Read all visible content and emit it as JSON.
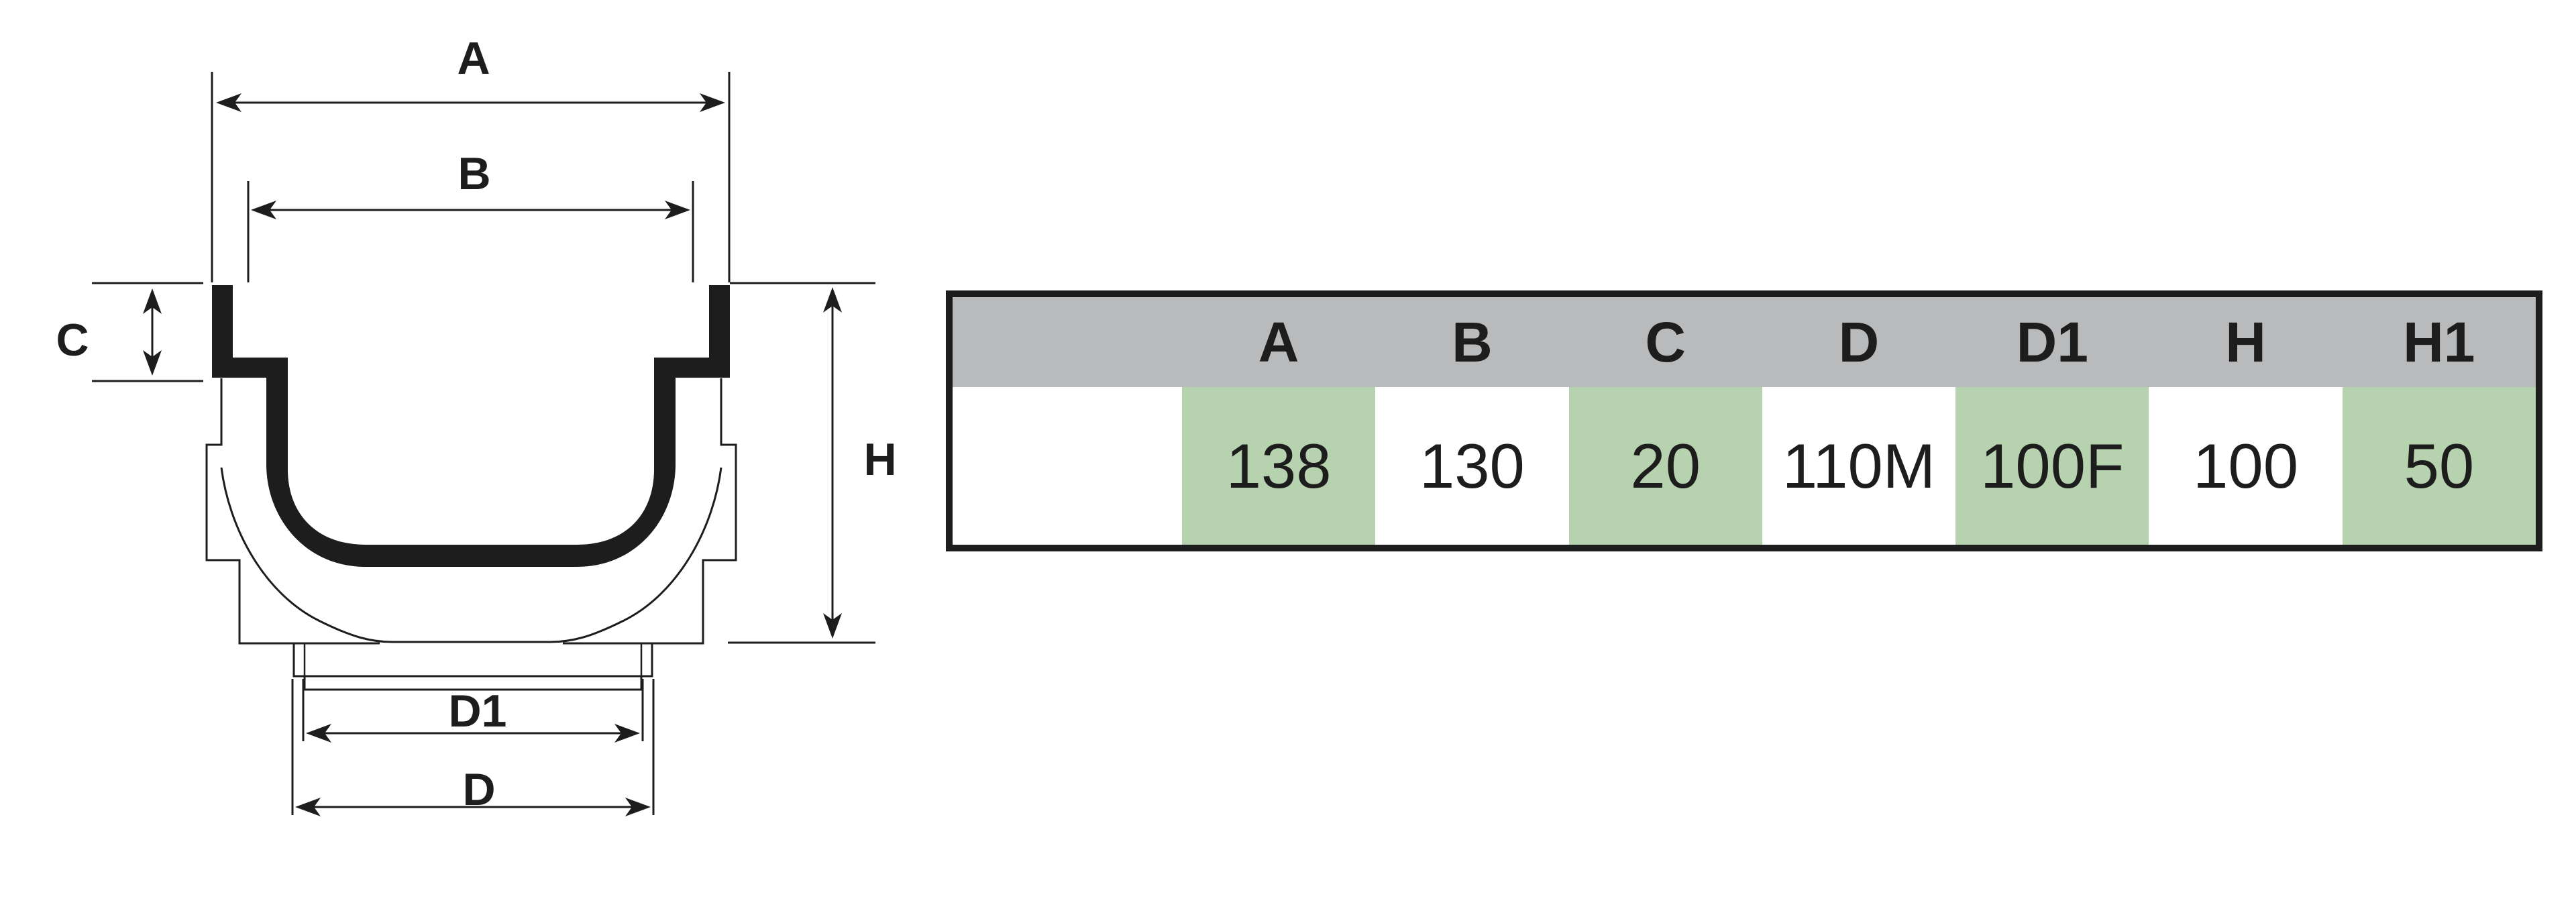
{
  "drawing": {
    "labels": {
      "a": "A",
      "b": "B",
      "c": "C",
      "d": "D",
      "d1": "D1",
      "h": "H"
    },
    "line_color": "#1d1d1d"
  },
  "table": {
    "headers": [
      "",
      "A",
      "B",
      "C",
      "D",
      "D1",
      "H",
      "H1"
    ],
    "values": [
      "",
      "138",
      "130",
      "20",
      "110M",
      "100F",
      "100",
      "50"
    ],
    "header_bg": "#b9babc",
    "highlight_bg": "#b7d2ae",
    "border_color": "#1d1d1d",
    "highlighted_columns": [
      1,
      3,
      5,
      7
    ]
  }
}
